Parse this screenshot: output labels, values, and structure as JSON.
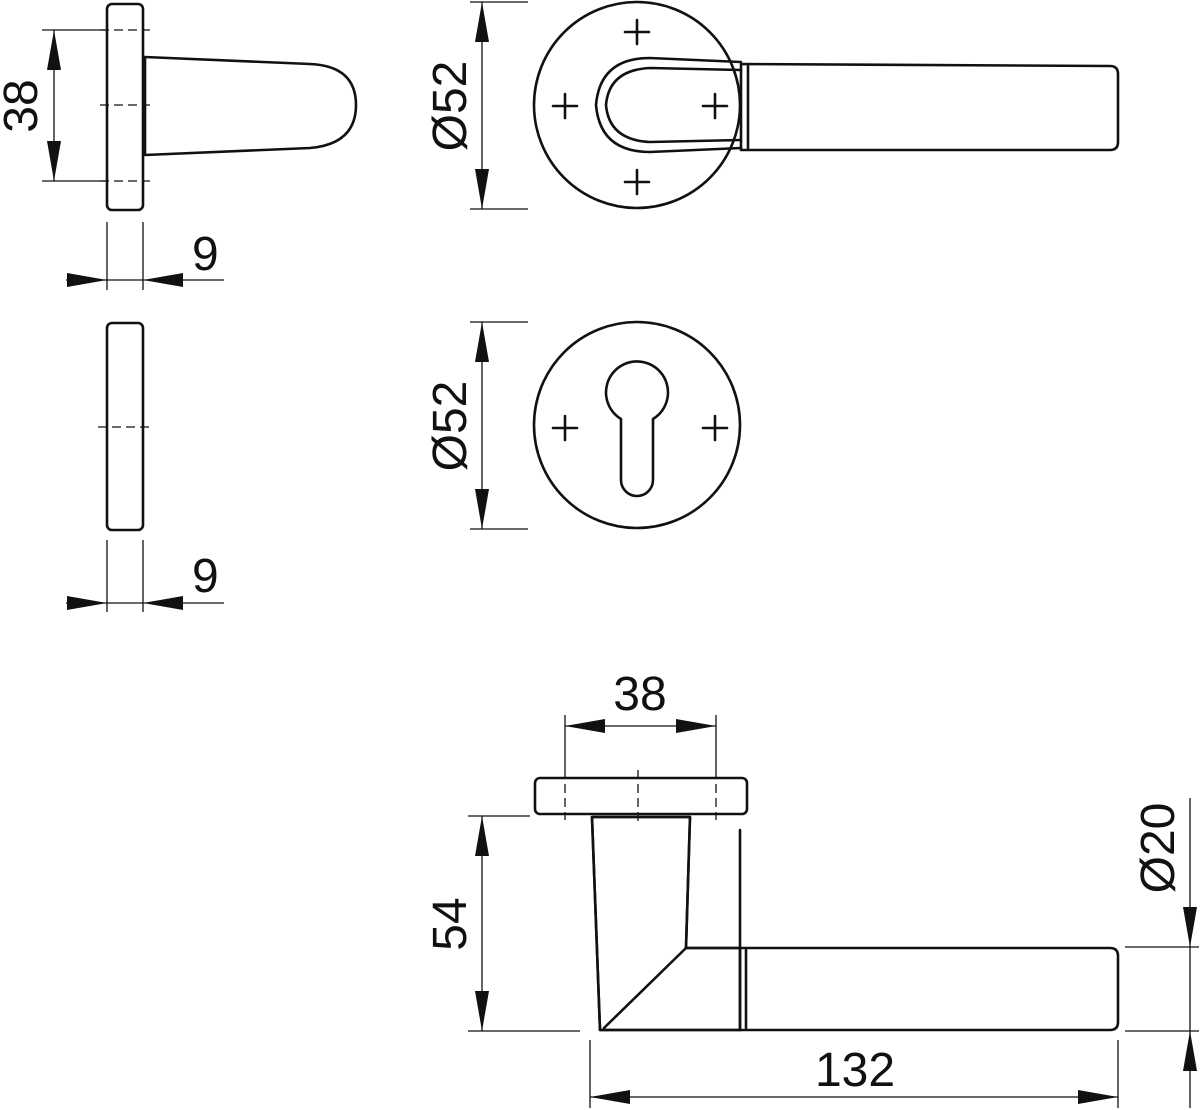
{
  "dimensions": {
    "side_rose_height": "38",
    "side_rose_thickness": "9",
    "side_escutcheon_thickness": "9",
    "front_rose_diameter": "Ø52",
    "front_escutcheon_diameter": "Ø52",
    "top_rose_span": "38",
    "top_lever_projection": "54",
    "top_lever_length": "132",
    "top_lever_diameter": "Ø20"
  }
}
